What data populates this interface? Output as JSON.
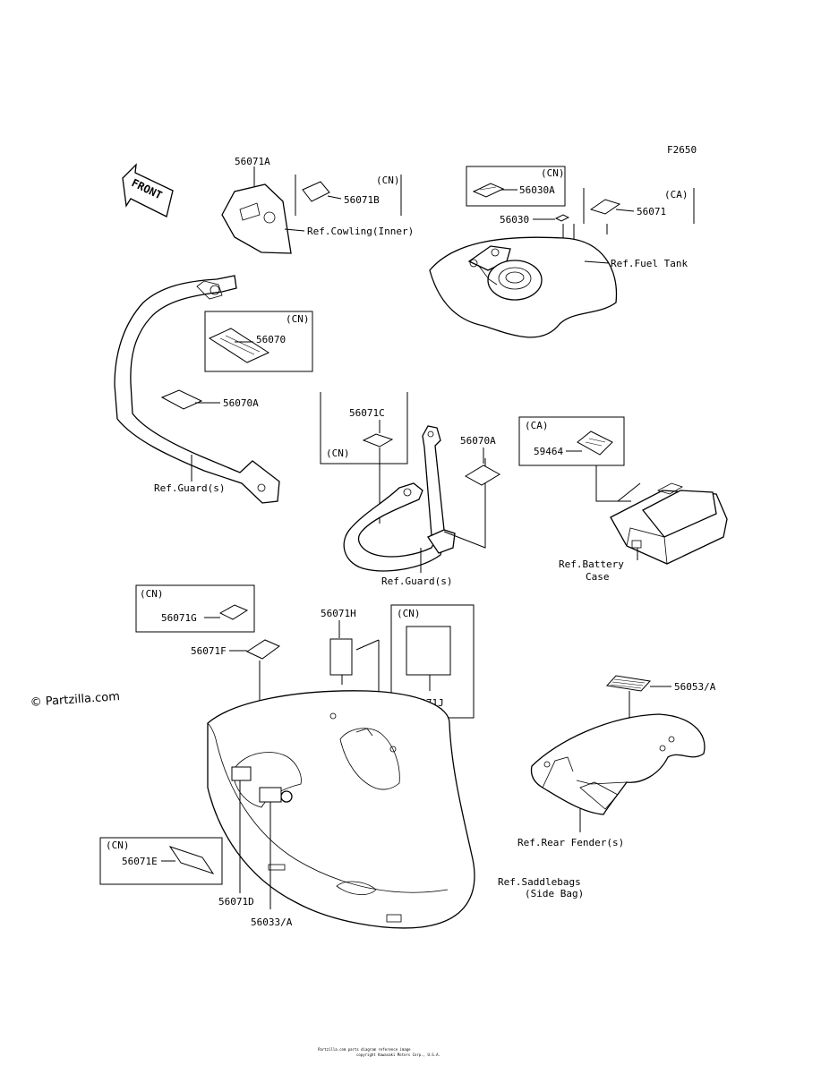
{
  "figure_code": "F2650",
  "front_label": "FRONT",
  "watermark": "© Partzilla.com",
  "labels": {
    "p56071A": "56071A",
    "p56071B": "56071B",
    "cn_1": "(CN)",
    "cowling": "Ref.Cowling(Inner)",
    "cn_2": "(CN)",
    "p56030A": "56030A",
    "ca_1": "(CA)",
    "p56071": "56071",
    "p56030": "56030",
    "fuel_tank": "Ref.Fuel Tank",
    "cn_3": "(CN)",
    "p56070": "56070",
    "p56070A_1": "56070A",
    "guard_1": "Ref.Guard(s)",
    "p56071C": "56071C",
    "cn_4": "(CN)",
    "p56070A_2": "56070A",
    "guard_2": "Ref.Guard(s)",
    "ca_2": "(CA)",
    "p59464": "59464",
    "battery_1": "Ref.Battery",
    "battery_2": "Case",
    "cn_5": "(CN)",
    "p56071G": "56071G",
    "p56071F": "56071F",
    "p56071H": "56071H",
    "cn_6": "(CN)",
    "p56071J": "56071J",
    "p56053A": "56053/A",
    "rear_fender": "Ref.Rear Fender(s)",
    "saddle_1": "Ref.Saddlebags",
    "saddle_2": "(Side Bag)",
    "cn_7": "(CN)",
    "p56071E": "56071E",
    "p56071D": "56071D",
    "p56033A": "56033/A"
  },
  "footer": {
    "line1": "Partzilla.com parts diagram reference image",
    "line2": "copyright Kawasaki Motors Corp., U.S.A."
  }
}
